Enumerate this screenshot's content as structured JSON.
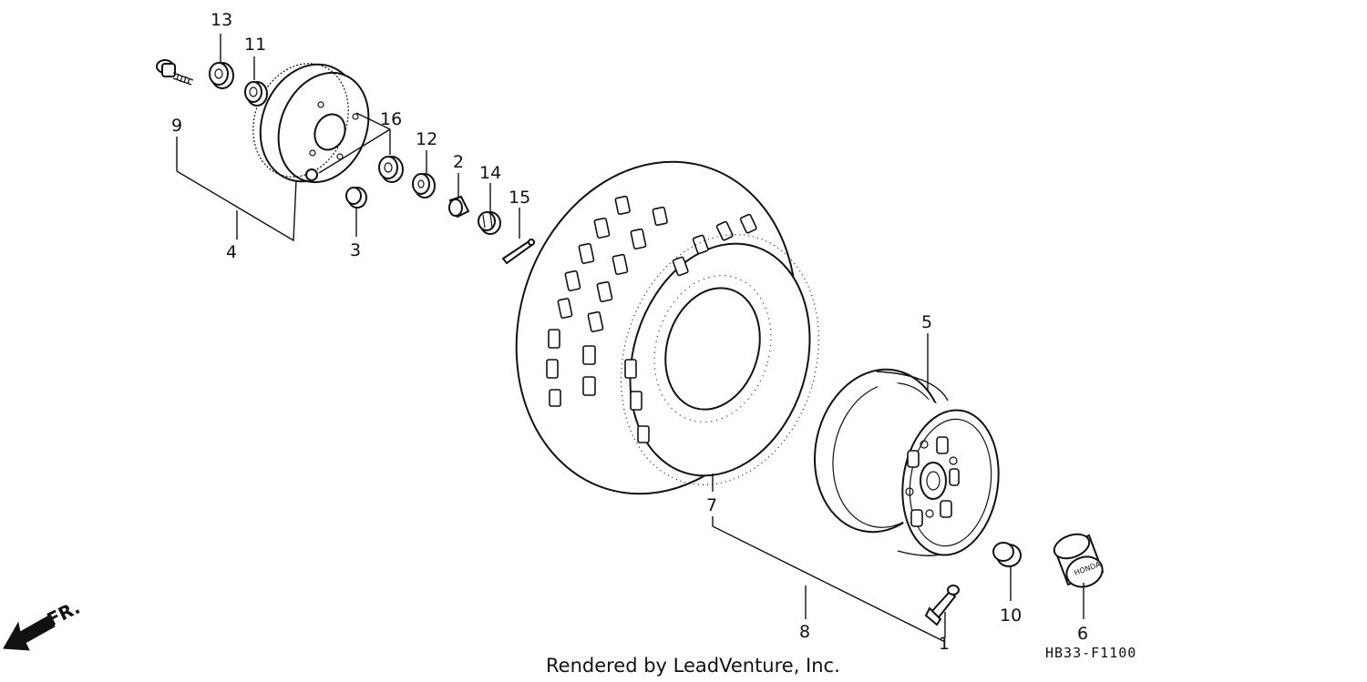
{
  "diagram": {
    "callouts": [
      {
        "id": "13",
        "label": "13"
      },
      {
        "id": "11",
        "label": "11"
      },
      {
        "id": "9",
        "label": "9"
      },
      {
        "id": "16",
        "label": "16"
      },
      {
        "id": "12",
        "label": "12"
      },
      {
        "id": "2",
        "label": "2"
      },
      {
        "id": "14",
        "label": "14"
      },
      {
        "id": "15",
        "label": "15"
      },
      {
        "id": "4",
        "label": "4"
      },
      {
        "id": "3",
        "label": "3"
      },
      {
        "id": "5",
        "label": "5"
      },
      {
        "id": "7",
        "label": "7"
      },
      {
        "id": "8",
        "label": "8"
      },
      {
        "id": "10",
        "label": "10"
      },
      {
        "id": "6",
        "label": "6"
      },
      {
        "id": "1",
        "label": "1"
      }
    ],
    "front_indicator": "FR.",
    "diagram_code": "HB33-F1100",
    "credit": "Rendered by LeadVenture, Inc.",
    "cap_logo_text": "HONDA"
  }
}
